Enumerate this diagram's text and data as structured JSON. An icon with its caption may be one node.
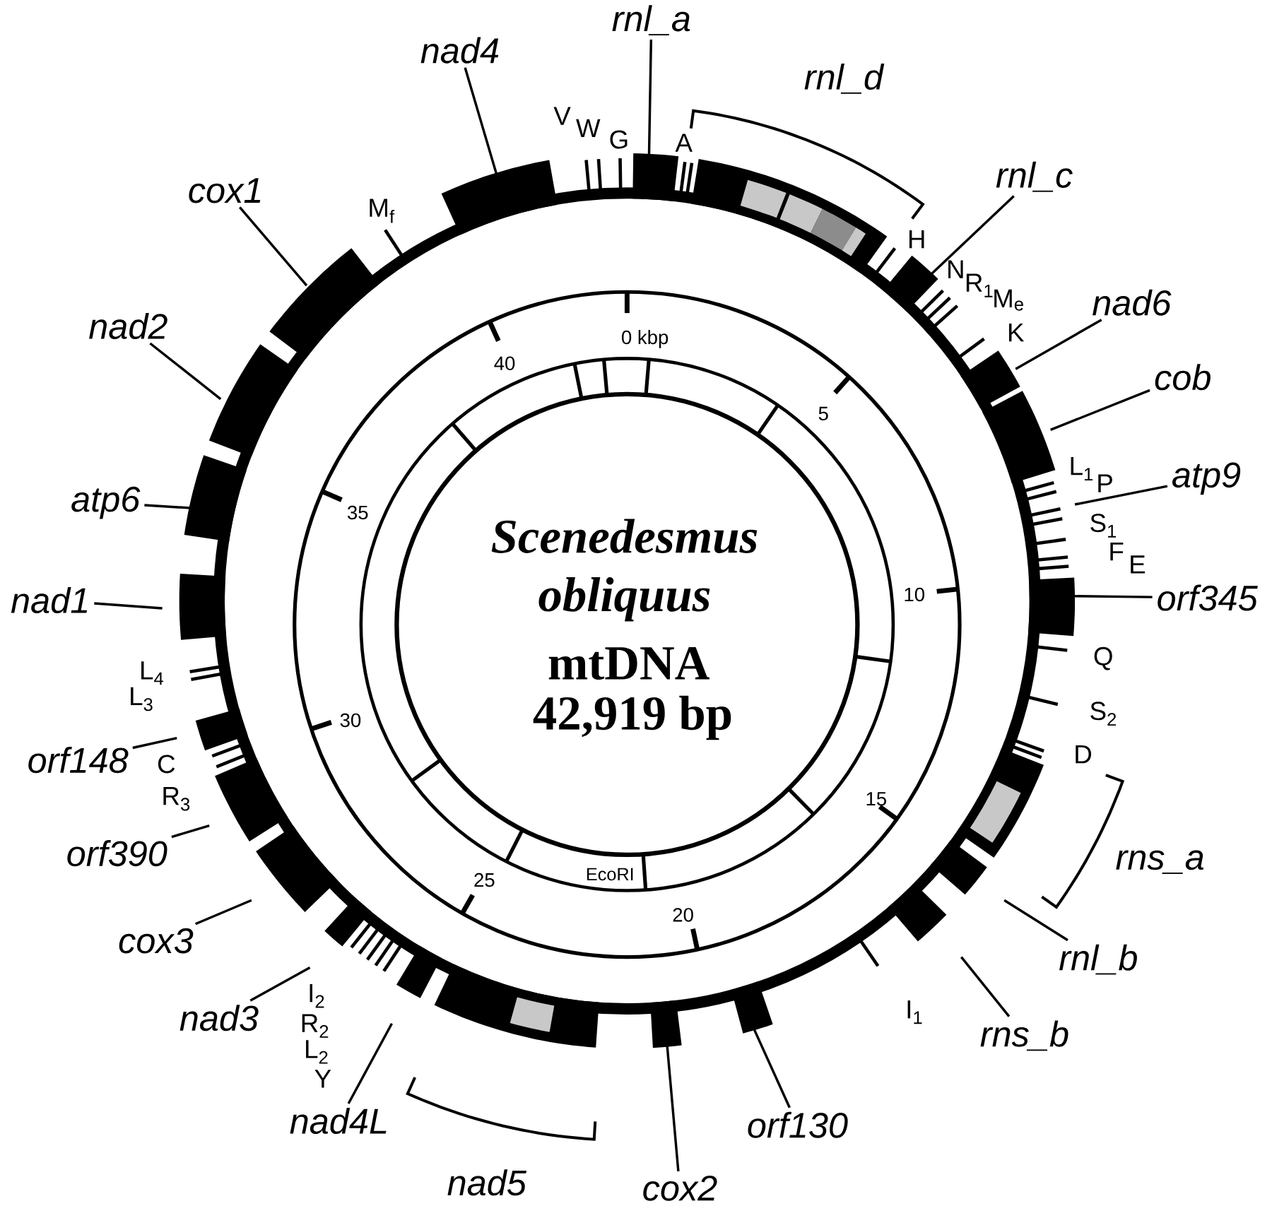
{
  "diagram": {
    "nodes": [
      {
        "text": [
          "rnl_a"
        ]
      },
      {
        "text": [
          "nad4"
        ]
      },
      {
        "text": [
          "rnl_c"
        ]
      },
      {
        "text": [
          "cox1"
        ]
      },
      {
        "text": [
          "nad6"
        ]
      },
      {
        "text": [
          "nad2"
        ]
      },
      {
        "text": [
          "cob"
        ]
      },
      {
        "text": [
          "atp9"
        ]
      },
      {
        "text": [
          "atp6"
        ]
      },
      {
        "text": [
          "orf345"
        ]
      },
      {
        "text": [
          "nad1"
        ]
      },
      {
        "text": [
          "orf148"
        ]
      },
      {
        "text": [
          "orf390"
        ]
      },
      {
        "text": [
          "cox3"
        ]
      },
      {
        "text": [
          "rnl_b"
        ]
      },
      {
        "text": [
          "nad3"
        ]
      },
      {
        "text": [
          "rns_b"
        ]
      },
      {
        "text": [
          "nad4L"
        ]
      },
      {
        "text": [
          "orf130"
        ]
      },
      {
        "text": [
          "cox2"
        ]
      }
    ],
    "edges": [
      {
        "from": 0,
        "to": null,
        "arrow": "none"
      },
      {
        "from": 1,
        "to": null,
        "arrow": "none"
      },
      {
        "from": 2,
        "to": null,
        "arrow": "none"
      },
      {
        "from": 3,
        "to": null,
        "arrow": "none"
      },
      {
        "from": 4,
        "to": null,
        "arrow": "none"
      },
      {
        "from": 5,
        "to": null,
        "arrow": "none"
      },
      {
        "from": 6,
        "to": null,
        "arrow": "none"
      },
      {
        "from": 7,
        "to": null,
        "arrow": "none"
      },
      {
        "from": 8,
        "to": null,
        "arrow": "none"
      },
      {
        "from": 9,
        "to": null,
        "arrow": "none"
      },
      {
        "from": 10,
        "to": null,
        "arrow": "none"
      },
      {
        "from": 11,
        "to": null,
        "arrow": "none"
      },
      {
        "from": 12,
        "to": null,
        "arrow": "none"
      },
      {
        "from": 13,
        "to": null,
        "arrow": "none"
      },
      {
        "from": 14,
        "to": null,
        "arrow": "none"
      },
      {
        "from": 15,
        "to": null,
        "arrow": "none"
      },
      {
        "from": 16,
        "to": null,
        "arrow": "none"
      },
      {
        "from": 17,
        "to": null,
        "arrow": "none"
      },
      {
        "from": 18,
        "to": null,
        "arrow": "none"
      },
      {
        "from": 19,
        "to": null,
        "arrow": "none"
      }
    ],
    "labels": [
      "rnl_d",
      "V",
      "W",
      "G",
      "A",
      "M$_{f}$",
      "H",
      "N",
      "R$_{1}$",
      "M$_{e}$",
      "K",
      "0 kbp",
      "40",
      "5",
      "L$_{1}$",
      "P",
      "S$_{1}$",
      "F",
      "E",
      "Scenedesmus obliquus",
      "35",
      "10",
      "mtDNA",
      "Q",
      "L$_{4}$",
      "L$_{3}$",
      "S$_{2}$",
      "42,919 bp",
      "30",
      "C",
      "D",
      "R$_{3}$",
      "15",
      "rns_a",
      "EcoRI",
      "25",
      "20",
      "I$_{1}$",
      "I$_{2}$",
      "R$_{2}$",
      "L$_{2}$",
      "Y",
      "nad5"
    ]
  }
}
